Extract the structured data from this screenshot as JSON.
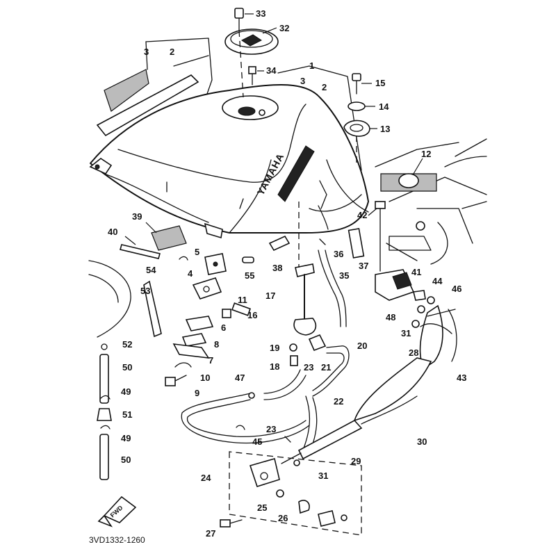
{
  "diagram": {
    "brand_text": "YAMAHA",
    "fwd_text": "FWD",
    "drawing_code": "3VD1332-1260",
    "callouts": [
      "33",
      "32",
      "34",
      "3",
      "2",
      "1",
      "3",
      "2",
      "15",
      "14",
      "13",
      "12",
      "42",
      "39",
      "40",
      "5",
      "54",
      "4",
      "53",
      "55",
      "38",
      "36",
      "37",
      "11",
      "6",
      "8",
      "7",
      "10",
      "9",
      "17",
      "16",
      "35",
      "41",
      "44",
      "46",
      "48",
      "31",
      "19",
      "18",
      "23",
      "21",
      "20",
      "28",
      "43",
      "52",
      "50",
      "49",
      "51",
      "49",
      "50",
      "47",
      "22",
      "30",
      "23",
      "45",
      "29",
      "31",
      "24",
      "25",
      "26",
      "27"
    ]
  }
}
